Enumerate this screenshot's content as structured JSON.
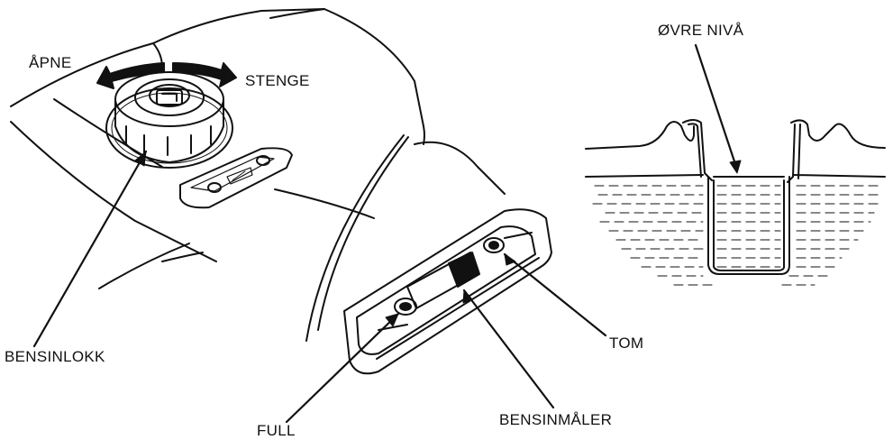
{
  "labels": {
    "open": "ÅPNE",
    "close": "STENGE",
    "fuel_cap": "BENSINLOKK",
    "full": "FULL",
    "fuel_gauge": "BENSINMÅLER",
    "empty": "TOM",
    "upper_level": "ØVRE NIVÅ"
  }
}
